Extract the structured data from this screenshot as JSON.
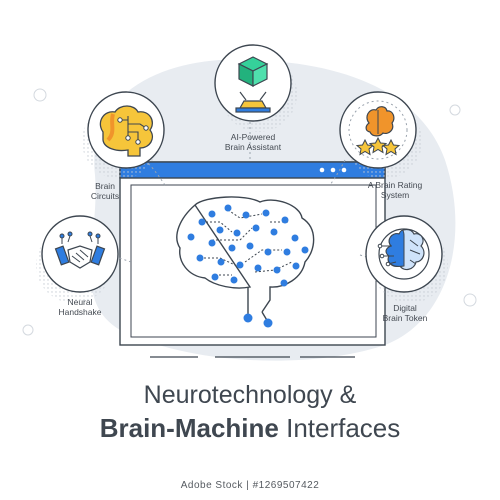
{
  "title": {
    "line1": "Neurotechnology &",
    "line2_bold": "Brain-Machine",
    "line2_rest": " Interfaces"
  },
  "icons": [
    {
      "label": "AI-Powered\nBrain Assistant",
      "icon": "hologram-cube-icon"
    },
    {
      "label": "Brain\nCircuits",
      "icon": "brain-circuit-icon"
    },
    {
      "label": "A Brain Rating\nSystem",
      "icon": "brain-rating-stars-icon"
    },
    {
      "label": "Neural\nHandshake",
      "icon": "handshake-icon"
    },
    {
      "label": "Digital\nBrain Token",
      "icon": "brain-token-icon"
    }
  ],
  "watermark": "Adobe Stock | #1269507422",
  "colors": {
    "blue": "#2f7de0",
    "yellow": "#f6c53a",
    "orange": "#f0942b",
    "green": "#35d19a",
    "outline": "#3d4650",
    "bg_blob": "#e8ecf1"
  }
}
